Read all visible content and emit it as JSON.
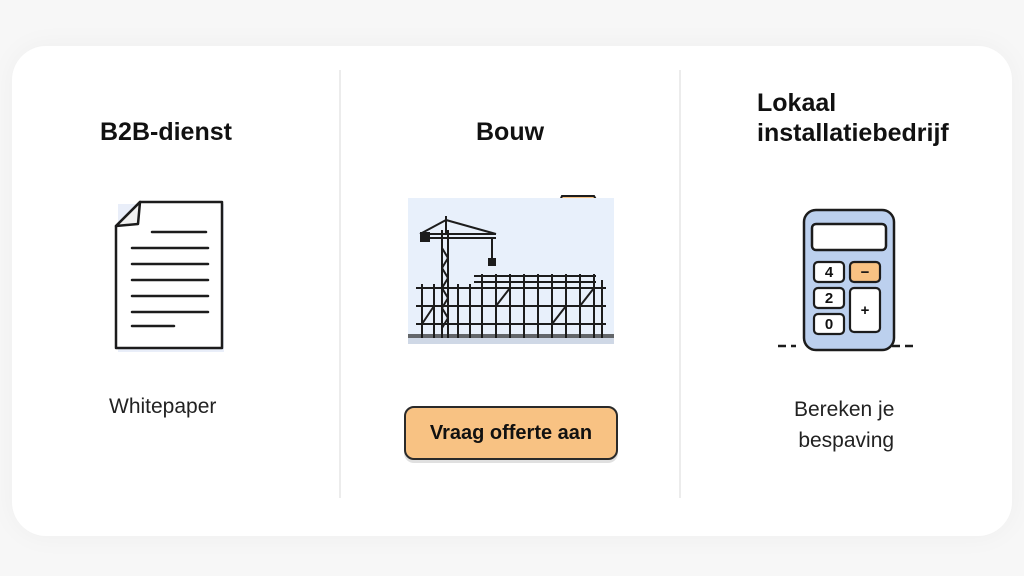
{
  "columns": [
    {
      "title": "B2B-dienst",
      "illustration": "document-icon",
      "label": "Whitepaper"
    },
    {
      "title": "Bouw",
      "illustration": "construction-site-image",
      "button_label": "Vraag offerte aan"
    },
    {
      "title_line1": "Lokaal",
      "title_line2": "installatiebedrijf",
      "illustration": "calculator-icon",
      "calculator_keys": [
        "4",
        "−",
        "2",
        "+",
        "0"
      ],
      "label_line1": "Bereken je",
      "label_line2": "bespaving"
    }
  ],
  "colors": {
    "accent": "#f8c283",
    "calculator_body": "#bcd0ee",
    "outline": "#1c1c1c"
  }
}
